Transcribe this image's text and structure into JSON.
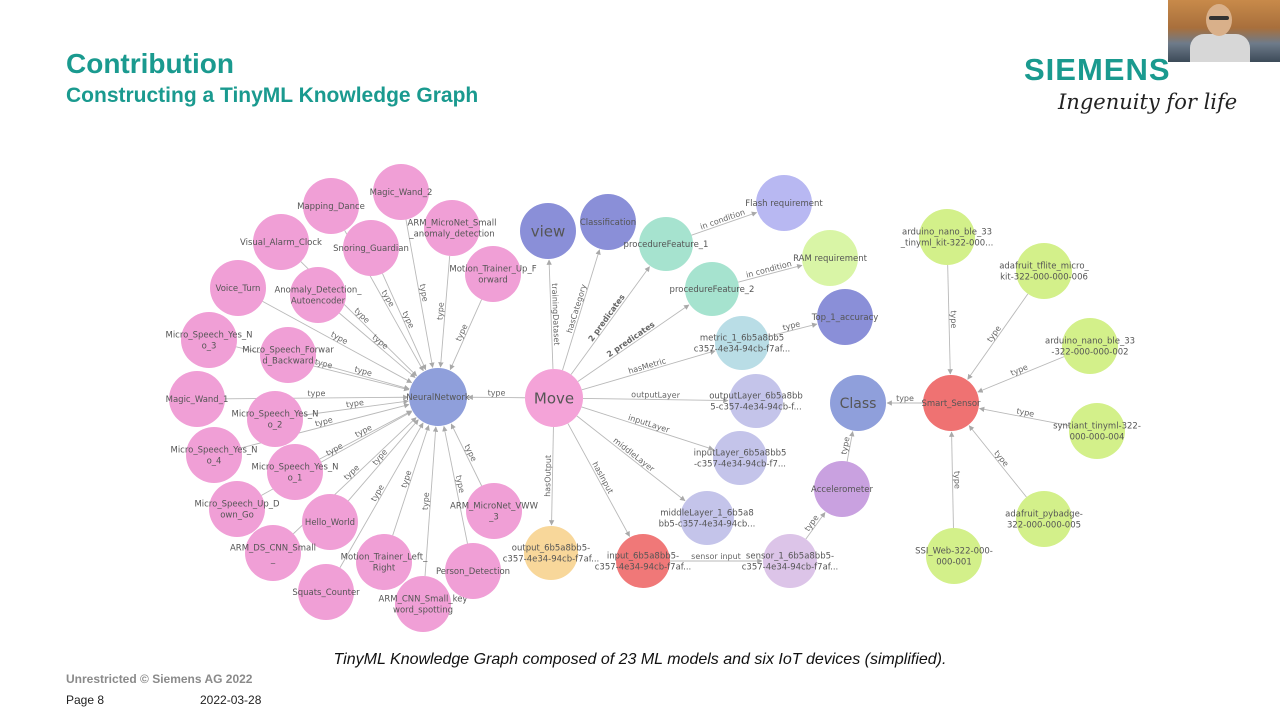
{
  "slide": {
    "title": "Contribution",
    "subtitle": "Constructing a TinyML Knowledge Graph",
    "logo": "SIEMENS",
    "tagline": "Ingenuity for life",
    "caption": "TinyML Knowledge Graph composed of 23 ML models and six IoT devices (simplified).",
    "footer": "Unrestricted © Siemens AG 2022",
    "page": "Page 8",
    "date": "2022-03-28"
  },
  "colors": {
    "accent": "#1a9a8f",
    "model": "#f09fd6",
    "neural_network": "#8f9fdb",
    "move": "#f4a3d8",
    "view": "#8a8fd8",
    "classification": "#8a8fd8",
    "procedure": "#a6e3cf",
    "requirement": "#b8b8f2",
    "ram": "#d9f5a6",
    "metric": "#b9dde6",
    "layer": "#c4c4ea",
    "output": "#f8d79a",
    "input": "#f07878",
    "sensor": "#dcc4e8",
    "accelerometer": "#c9a1e0",
    "class": "#8f9fdb",
    "smart_sensor": "#ef7272",
    "device": "#d3f08a"
  },
  "graph": {
    "nodes": [
      {
        "id": "mapping_dance",
        "label": [
          "Mapping_Dance"
        ],
        "kind": "model"
      },
      {
        "id": "magic_wand_2",
        "label": [
          "Magic_Wand_2"
        ],
        "kind": "model"
      },
      {
        "id": "arm_micronet_small",
        "label": [
          "ARM_MicroNet_Small",
          "_anomaly_detection"
        ],
        "kind": "model"
      },
      {
        "id": "visual_alarm_clock",
        "label": [
          "Visual_Alarm_Clock"
        ],
        "kind": "model"
      },
      {
        "id": "snoring_guardian",
        "label": [
          "Snoring_Guardian"
        ],
        "kind": "model"
      },
      {
        "id": "motion_trainer_up",
        "label": [
          "Motion_Trainer_Up_F",
          "orward"
        ],
        "kind": "model"
      },
      {
        "id": "voice_turn",
        "label": [
          "Voice_Turn"
        ],
        "kind": "model"
      },
      {
        "id": "anomaly_detection_ae",
        "label": [
          "Anomaly_Detection_",
          "Autoencoder"
        ],
        "kind": "model"
      },
      {
        "id": "micro_speech_yes_no_3",
        "label": [
          "Micro_Speech_Yes_N",
          "o_3"
        ],
        "kind": "model"
      },
      {
        "id": "micro_speech_fb",
        "label": [
          "Micro_Speech_Forwar",
          "d_Backward"
        ],
        "kind": "model"
      },
      {
        "id": "magic_wand_1",
        "label": [
          "Magic_Wand_1"
        ],
        "kind": "model"
      },
      {
        "id": "micro_speech_yes_no_2",
        "label": [
          "Micro_Speech_Yes_N",
          "o_2"
        ],
        "kind": "model"
      },
      {
        "id": "micro_speech_yes_no_4",
        "label": [
          "Micro_Speech_Yes_N",
          "o_4"
        ],
        "kind": "model"
      },
      {
        "id": "micro_speech_yes_no_1",
        "label": [
          "Micro_Speech_Yes_N",
          "o_1"
        ],
        "kind": "model"
      },
      {
        "id": "micro_speech_up_down",
        "label": [
          "Micro_Speech_Up_D",
          "own_Go"
        ],
        "kind": "model"
      },
      {
        "id": "hello_world",
        "label": [
          "Hello_World"
        ],
        "kind": "model"
      },
      {
        "id": "arm_ds_cnn",
        "label": [
          "ARM_DS_CNN_Small",
          "_"
        ],
        "kind": "model"
      },
      {
        "id": "motion_trainer_left",
        "label": [
          "Motion_Trainer_Left_",
          "Right"
        ],
        "kind": "model"
      },
      {
        "id": "squats_counter",
        "label": [
          "Squats_Counter"
        ],
        "kind": "model"
      },
      {
        "id": "arm_cnn_small_kws",
        "label": [
          "ARM_CNN_Small_key",
          "word_spotting"
        ],
        "kind": "model"
      },
      {
        "id": "person_detection",
        "label": [
          "Person_Detection"
        ],
        "kind": "model"
      },
      {
        "id": "arm_micronet_vww",
        "label": [
          "ARM_MicroNet_VWW",
          "_3"
        ],
        "kind": "model"
      },
      {
        "id": "neural_network",
        "label": [
          "NeuralNetwork"
        ],
        "kind": "neural_network"
      },
      {
        "id": "move",
        "label": [
          "Move"
        ],
        "kind": "move"
      },
      {
        "id": "view",
        "label": [
          "view"
        ],
        "kind": "view"
      },
      {
        "id": "classification",
        "label": [
          "Classification"
        ],
        "kind": "classification"
      },
      {
        "id": "procedure_feature_1",
        "label": [
          "procedureFeature_1"
        ],
        "kind": "procedure"
      },
      {
        "id": "procedure_feature_2",
        "label": [
          "procedureFeature_2"
        ],
        "kind": "procedure"
      },
      {
        "id": "flash_requirement",
        "label": [
          "Flash requirement"
        ],
        "kind": "requirement"
      },
      {
        "id": "ram_requirement",
        "label": [
          "RAM requirement"
        ],
        "kind": "ram"
      },
      {
        "id": "top_1_accuracy",
        "label": [
          "Top_1_accuracy"
        ],
        "kind": "view"
      },
      {
        "id": "metric_1",
        "label": [
          "metric_1_6b5a8bb5",
          "c357-4e34-94cb-f7af..."
        ],
        "kind": "metric"
      },
      {
        "id": "output_layer_1",
        "label": [
          "outputLayer_6b5a8bb",
          "5-c357-4e34-94cb-f..."
        ],
        "kind": "layer"
      },
      {
        "id": "input_layer_1",
        "label": [
          "inputLayer_6b5a8bb5",
          "-c357-4e34-94cb-f7..."
        ],
        "kind": "layer"
      },
      {
        "id": "middle_layer_1",
        "label": [
          "middleLayer_1_6b5a8",
          "bb5-c357-4e34-94cb..."
        ],
        "kind": "layer"
      },
      {
        "id": "output_node",
        "label": [
          "output_6b5a8bb5-",
          "c357-4e34-94cb-f7af..."
        ],
        "kind": "output"
      },
      {
        "id": "input_node",
        "label": [
          "input_6b5a8bb5-",
          "c357-4e34-94cb-f7af..."
        ],
        "kind": "input"
      },
      {
        "id": "sensor_1",
        "label": [
          "sensor_1_6b5a8bb5-",
          "c357-4e34-94cb-f7af..."
        ],
        "kind": "sensor"
      },
      {
        "id": "accelerometer",
        "label": [
          "Accelerometer"
        ],
        "kind": "accelerometer"
      },
      {
        "id": "class",
        "label": [
          "Class"
        ],
        "kind": "class"
      },
      {
        "id": "smart_sensor",
        "label": [
          "Smart_Sensor"
        ],
        "kind": "smart_sensor"
      },
      {
        "id": "arduino_nano_tinyml",
        "label": [
          "arduino_nano_ble_33",
          "_tinyml_kit-322-000..."
        ],
        "kind": "device"
      },
      {
        "id": "adafruit_tflite",
        "label": [
          "adafruit_tflite_micro_",
          "kit-322-000-000-006"
        ],
        "kind": "device"
      },
      {
        "id": "arduino_nano_002",
        "label": [
          "arduino_nano_ble_33",
          "-322-000-000-002"
        ],
        "kind": "device"
      },
      {
        "id": "syntiant_tinyml",
        "label": [
          "syntiant_tinyml-322-",
          "000-000-004"
        ],
        "kind": "device"
      },
      {
        "id": "adafruit_pybadge",
        "label": [
          "adafruit_pybadge-",
          "322-000-000-005"
        ],
        "kind": "device"
      },
      {
        "id": "ssi_web",
        "label": [
          "SSI_Web-322-000-",
          "000-001"
        ],
        "kind": "device"
      }
    ],
    "edges": [
      {
        "from": "mapping_dance",
        "to": "neural_network",
        "label": "type"
      },
      {
        "from": "magic_wand_2",
        "to": "neural_network",
        "label": "type"
      },
      {
        "from": "arm_micronet_small",
        "to": "neural_network",
        "label": "type"
      },
      {
        "from": "visual_alarm_clock",
        "to": "neural_network",
        "label": "type"
      },
      {
        "from": "snoring_guardian",
        "to": "neural_network",
        "label": "type"
      },
      {
        "from": "motion_trainer_up",
        "to": "neural_network",
        "label": "type"
      },
      {
        "from": "voice_turn",
        "to": "neural_network",
        "label": "type"
      },
      {
        "from": "anomaly_detection_ae",
        "to": "neural_network",
        "label": "type"
      },
      {
        "from": "micro_speech_yes_no_3",
        "to": "neural_network",
        "label": "type"
      },
      {
        "from": "micro_speech_fb",
        "to": "neural_network",
        "label": "type"
      },
      {
        "from": "magic_wand_1",
        "to": "neural_network",
        "label": "type"
      },
      {
        "from": "micro_speech_yes_no_2",
        "to": "neural_network",
        "label": "type"
      },
      {
        "from": "micro_speech_yes_no_4",
        "to": "neural_network",
        "label": "type"
      },
      {
        "from": "micro_speech_yes_no_1",
        "to": "neural_network",
        "label": "type"
      },
      {
        "from": "micro_speech_up_down",
        "to": "neural_network",
        "label": "type"
      },
      {
        "from": "hello_world",
        "to": "neural_network",
        "label": "type"
      },
      {
        "from": "arm_ds_cnn",
        "to": "neural_network",
        "label": "type"
      },
      {
        "from": "motion_trainer_left",
        "to": "neural_network",
        "label": "type"
      },
      {
        "from": "squats_counter",
        "to": "neural_network",
        "label": "type"
      },
      {
        "from": "arm_cnn_small_kws",
        "to": "neural_network",
        "label": "type"
      },
      {
        "from": "person_detection",
        "to": "neural_network",
        "label": "type"
      },
      {
        "from": "arm_micronet_vww",
        "to": "neural_network",
        "label": "type"
      },
      {
        "from": "move",
        "to": "neural_network",
        "label": "type"
      },
      {
        "from": "move",
        "to": "view",
        "label": "trainingDataset"
      },
      {
        "from": "move",
        "to": "classification",
        "label": "hasCategory"
      },
      {
        "from": "move",
        "to": "procedure_feature_1",
        "label": "2 predicates",
        "bold": true
      },
      {
        "from": "move",
        "to": "procedure_feature_2",
        "label": "2 predicates",
        "bold": true
      },
      {
        "from": "procedure_feature_1",
        "to": "flash_requirement",
        "label": "in condition"
      },
      {
        "from": "procedure_feature_2",
        "to": "ram_requirement",
        "label": "in condition"
      },
      {
        "from": "metric_1",
        "to": "top_1_accuracy",
        "label": "type"
      },
      {
        "from": "move",
        "to": "metric_1",
        "label": "hasMetric"
      },
      {
        "from": "move",
        "to": "output_layer_1",
        "label": "outputLayer"
      },
      {
        "from": "move",
        "to": "input_layer_1",
        "label": "inputLayer"
      },
      {
        "from": "move",
        "to": "middle_layer_1",
        "label": "middleLayer"
      },
      {
        "from": "move",
        "to": "output_node",
        "label": "hasOutput"
      },
      {
        "from": "move",
        "to": "input_node",
        "label": "hasInput"
      },
      {
        "from": "input_node",
        "to": "sensor_1",
        "label": "sensor input"
      },
      {
        "from": "sensor_1",
        "to": "accelerometer",
        "label": "type"
      },
      {
        "from": "accelerometer",
        "to": "class",
        "label": "type"
      },
      {
        "from": "smart_sensor",
        "to": "class",
        "label": "type"
      },
      {
        "from": "arduino_nano_tinyml",
        "to": "smart_sensor",
        "label": "type"
      },
      {
        "from": "adafruit_tflite",
        "to": "smart_sensor",
        "label": "type"
      },
      {
        "from": "arduino_nano_002",
        "to": "smart_sensor",
        "label": "type"
      },
      {
        "from": "syntiant_tinyml",
        "to": "smart_sensor",
        "label": "type"
      },
      {
        "from": "adafruit_pybadge",
        "to": "smart_sensor",
        "label": "type"
      },
      {
        "from": "ssi_web",
        "to": "smart_sensor",
        "label": "type"
      }
    ]
  }
}
